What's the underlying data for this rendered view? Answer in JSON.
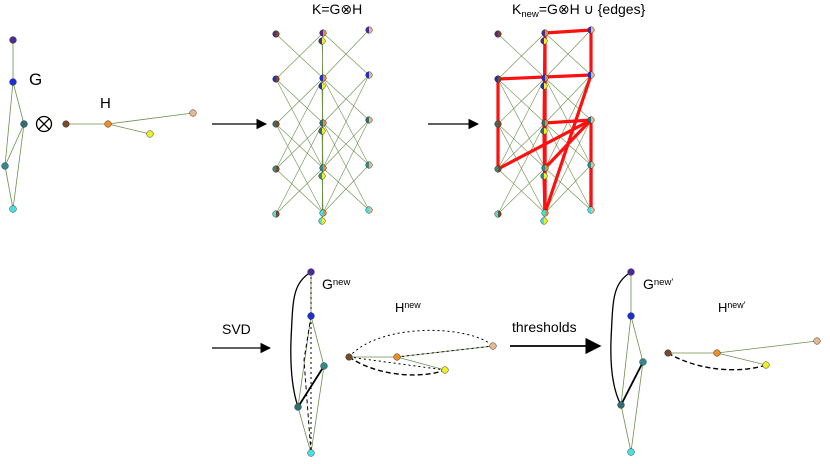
{
  "labels": {
    "g": "G",
    "h": "H",
    "k_title": "K=G⊗H",
    "knew_k": "K",
    "knew_sub": "new",
    "knew_rest": "=G⊗H ∪ {edges}",
    "svd": "SVD",
    "thresholds": "thresholds",
    "g_new_base": "G",
    "g_new_sup": "new",
    "h_new_base": "H",
    "h_new_sup": "new",
    "g_new2_base": "G",
    "g_new2_sup": "new'",
    "h_new2_base": "H",
    "h_new2_sup": "new'",
    "otimes": "⊗"
  },
  "colors": {
    "purple": "#4b2a9a",
    "blue": "#1c2fd6",
    "teal": "#2f6f74",
    "cyan": "#48e0e0",
    "brown": "#7a4a2a",
    "orange": "#ef8d27",
    "yellow": "#f0f02a",
    "peach": "#e8b88e",
    "green_edge": "#6d8f4e",
    "red_edge": "#ff1010"
  }
}
